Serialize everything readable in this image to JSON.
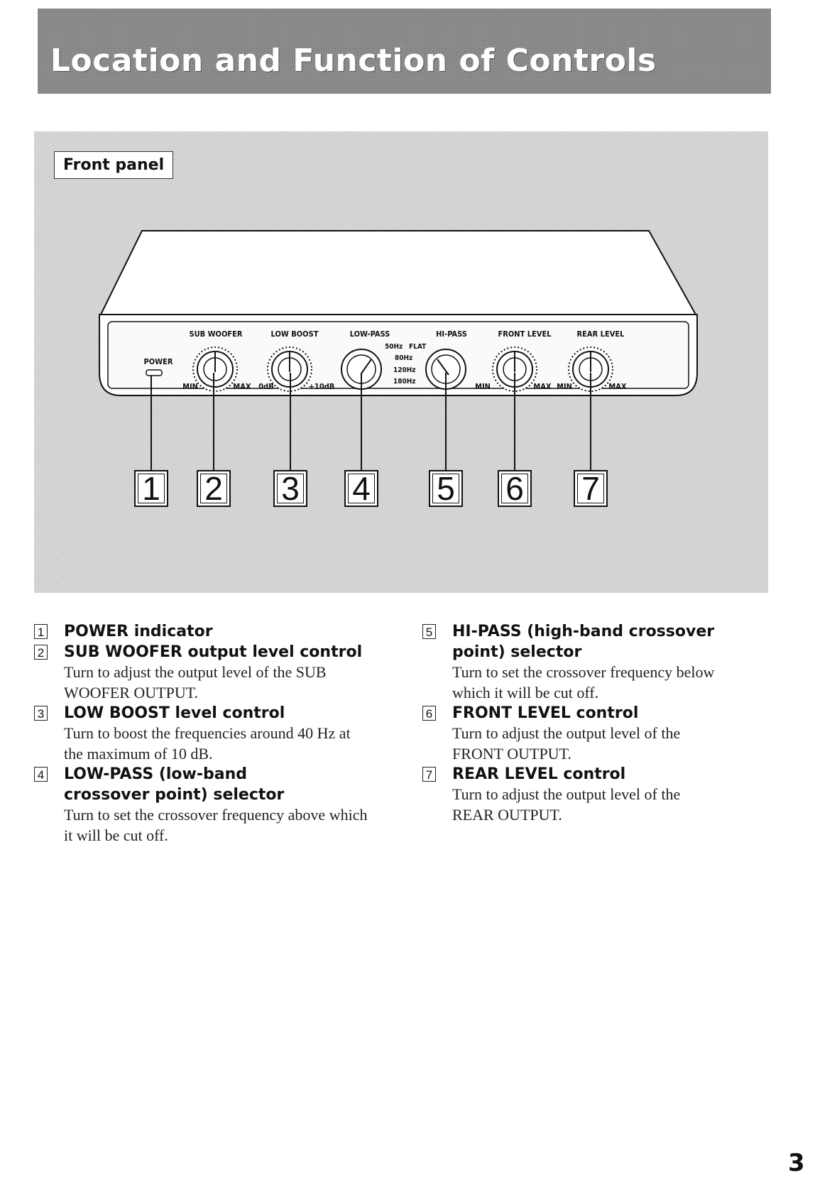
{
  "header": {
    "title": "Location and Function of Controls"
  },
  "figure": {
    "label": "Front panel",
    "panel_labels": {
      "power": "POWER",
      "sub_woofer": "SUB WOOFER",
      "low_boost": "LOW BOOST",
      "low_pass": "LOW-PASS",
      "hi_pass": "HI-PASS",
      "front_level": "FRONT LEVEL",
      "rear_level": "REAR LEVEL",
      "min": "MIN",
      "max": "MAX",
      "zero_db": "0dB",
      "plus_10db": "+10dB",
      "freq_50": "50Hz",
      "flat": "FLAT",
      "freq_80": "80Hz",
      "freq_120": "120Hz",
      "freq_180": "180Hz"
    },
    "callouts": [
      "1",
      "2",
      "3",
      "4",
      "5",
      "6",
      "7"
    ]
  },
  "items": [
    {
      "num": "1",
      "title": "POWER indicator",
      "body": ""
    },
    {
      "num": "2",
      "title": "SUB WOOFER output level control",
      "body": "Turn to adjust the output level of the SUB WOOFER OUTPUT."
    },
    {
      "num": "3",
      "title": "LOW BOOST level control",
      "body": "Turn to boost the frequencies around 40 Hz at the maximum of 10 dB."
    },
    {
      "num": "4",
      "title": "LOW-PASS (low-band crossover point) selector",
      "body": "Turn to set the crossover frequency above which it will be cut off."
    },
    {
      "num": "5",
      "title": "HI-PASS (high-band crossover point) selector",
      "body": "Turn to set the crossover frequency below which it will be cut off."
    },
    {
      "num": "6",
      "title": "FRONT LEVEL control",
      "body": "Turn to adjust the output level of the FRONT OUTPUT."
    },
    {
      "num": "7",
      "title": "REAR LEVEL control",
      "body": "Turn to adjust the output level of the REAR OUTPUT."
    }
  ],
  "page_number": "3"
}
